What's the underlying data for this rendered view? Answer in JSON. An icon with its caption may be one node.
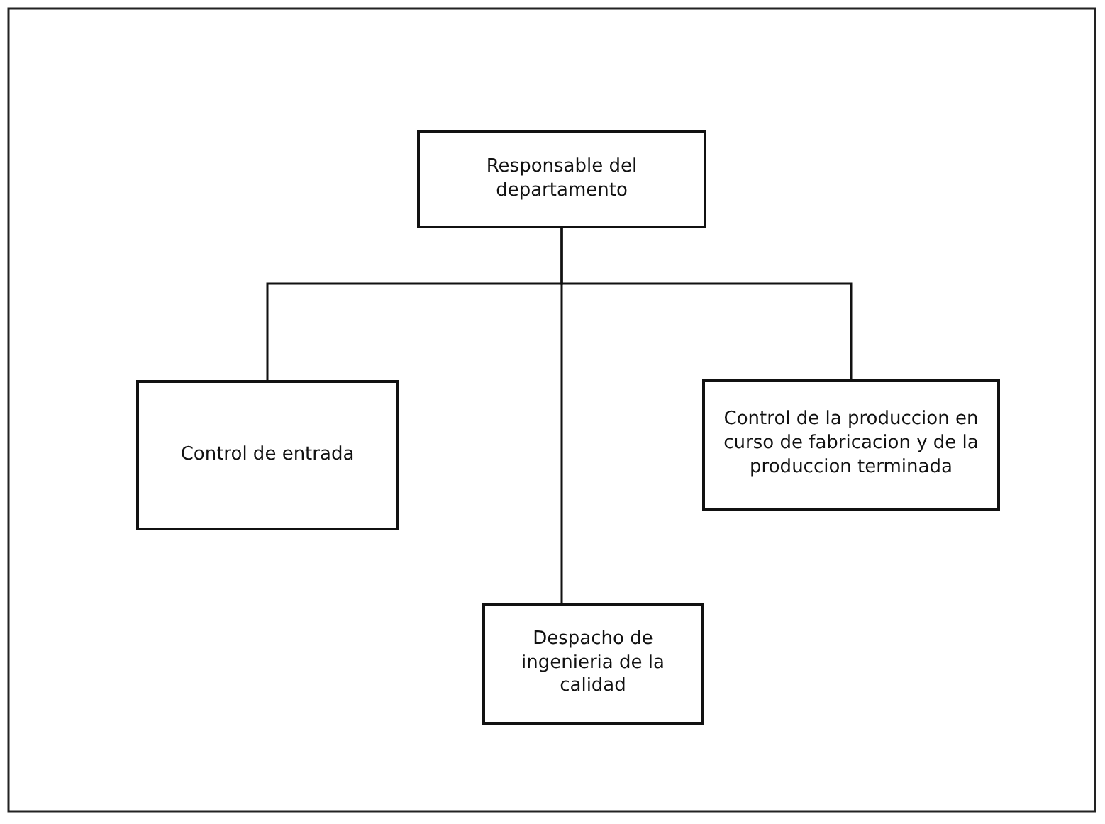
{
  "diagram": {
    "nodes": [
      {
        "text": [
          "Responsable del departamento"
        ]
      },
      {
        "text": [
          "Control de entrada"
        ]
      },
      {
        "text": [
          "Control de la produccion en curso de fabricacion y de la produccion terminada"
        ]
      },
      {
        "text": [
          "Despacho de ingenieria de la calidad"
        ]
      }
    ],
    "edges": [
      {
        "from": 0,
        "to": 1,
        "arrow": "none"
      },
      {
        "from": 0,
        "to": 2,
        "arrow": "none"
      },
      {
        "from": 0,
        "to": 3,
        "arrow": "none"
      }
    ]
  }
}
